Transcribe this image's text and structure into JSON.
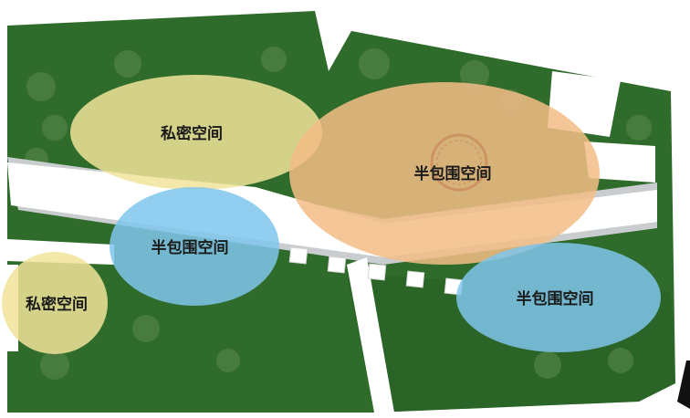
{
  "zones": [
    {
      "id": "private-upper-left",
      "label": "私密空间",
      "color": "#f1e39a"
    },
    {
      "id": "semi-enclosed-left",
      "label": "半包围空间",
      "color": "#7fc6ec"
    },
    {
      "id": "semi-enclosed-center",
      "label": "半包围空间",
      "color": "#f3bd86"
    },
    {
      "id": "private-lower-left",
      "label": "私密空间",
      "color": "#f1e39a"
    },
    {
      "id": "semi-enclosed-right",
      "label": "半包围空间",
      "color": "#7fc6ec"
    }
  ],
  "colors": {
    "lawn": "#2f6b2a",
    "lawn_dark": "#285d24",
    "path": "#ffffff",
    "path_shadow": "#c9cdd0",
    "paver": "#ffffff",
    "feature_ring": "#c98b5a"
  }
}
